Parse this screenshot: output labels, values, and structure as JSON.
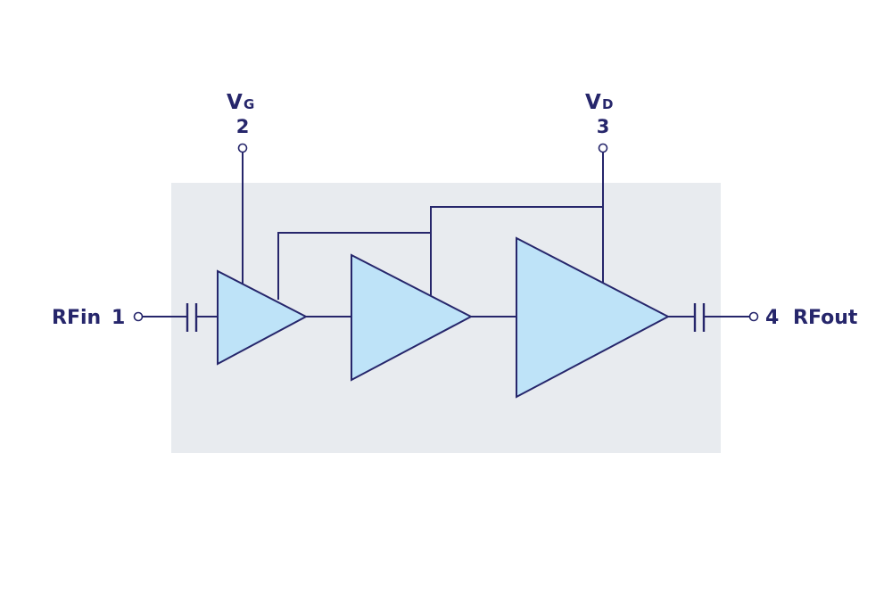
{
  "colors": {
    "line": "#26266b",
    "amplifier_fill": "#bee3f8",
    "package_fill": "#e8ebef",
    "background": "#ffffff"
  },
  "pins": {
    "rf_in": {
      "label": "RFin",
      "number": "1"
    },
    "rf_out": {
      "label": "RFout",
      "number": "4"
    },
    "gate_bias": {
      "symbol": "V",
      "subscript": "G",
      "number": "2"
    },
    "drain_bias": {
      "symbol": "V",
      "subscript": "D",
      "number": "3"
    }
  },
  "stages": [
    {
      "name": "amplifier-stage-1"
    },
    {
      "name": "amplifier-stage-2"
    },
    {
      "name": "amplifier-stage-3"
    }
  ]
}
